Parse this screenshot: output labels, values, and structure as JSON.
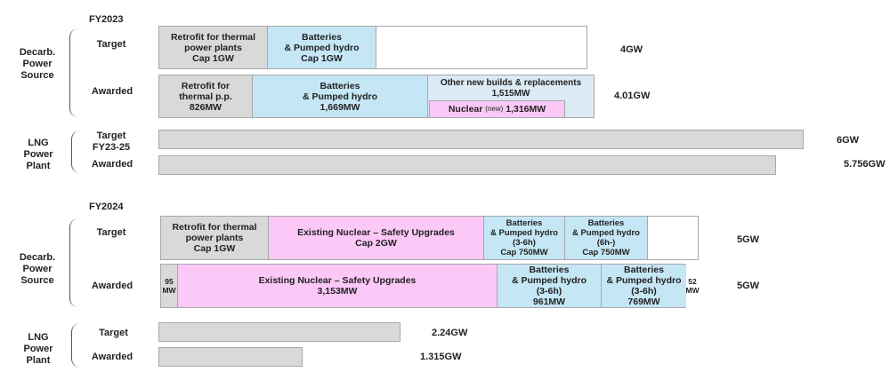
{
  "colors": {
    "thermal": "#d9d9d9",
    "batteries": "#c5e6f5",
    "nuclear": "#fcc8f8",
    "other": "#dbeaf5",
    "empty": "#ffffff"
  },
  "chart_data": {
    "type": "bar",
    "orientation": "horizontal-stacked",
    "fy2023": {
      "title": "FY2023",
      "group1": "Decarb.\nPower\nSource",
      "group2": "LNG\nPower\nPlant",
      "target_label": "Target",
      "awarded_label": "Awarded",
      "lng_target_label": "Target\nFY23-25",
      "lng_awarded_label": "Awarded",
      "target": {
        "total": "4GW",
        "segments": [
          {
            "label": "Retrofit for thermal\npower plants\nCap 1GW",
            "value_mw": 1000
          },
          {
            "label": "Batteries\n& Pumped hydro\nCap 1GW",
            "value_mw": 1000
          }
        ]
      },
      "awarded": {
        "total": "4.01GW",
        "segments": [
          {
            "label": "Retrofit for\nthermal p.p.\n826MW",
            "value_mw": 826
          },
          {
            "label": "Batteries\n& Pumped hydro\n1,669MW",
            "value_mw": 1669
          },
          {
            "label": "Other new builds & replacements\n1,515MW",
            "value_mw": 1515
          }
        ],
        "nested": {
          "label": "Nuclear",
          "sub": "(new)",
          "value": "1,316MW",
          "value_mw": 1316
        }
      },
      "lng_target": {
        "total": "6GW",
        "value_mw": 6000
      },
      "lng_awarded": {
        "total": "5.756GW",
        "value_mw": 5756
      }
    },
    "fy2024": {
      "title": "FY2024",
      "group1": "Decarb.\nPower\nSource",
      "group2": "LNG\nPower\nPlant",
      "target_label": "Target",
      "awarded_label": "Awarded",
      "lng_target_label": "Target",
      "lng_awarded_label": "Awarded",
      "target": {
        "total": "5GW",
        "segments": [
          {
            "label": "Retrofit for thermal\npower plants\nCap 1GW",
            "value_mw": 1000
          },
          {
            "label": "Existing Nuclear – Safety Upgrades\nCap 2GW",
            "value_mw": 2000
          },
          {
            "label": "Batteries\n& Pumped hydro\n(3-6h)\nCap 750MW",
            "value_mw": 750
          },
          {
            "label": "Batteries\n& Pumped hydro\n(6h-)\nCap 750MW",
            "value_mw": 750
          }
        ]
      },
      "awarded": {
        "total": "5GW",
        "segments": [
          {
            "label": "95\nMW",
            "value_mw": 95
          },
          {
            "label": "Existing Nuclear – Safety Upgrades\n3,153MW",
            "value_mw": 3153
          },
          {
            "label": "Batteries\n& Pumped hydro\n(3-6h)\n961MW",
            "value_mw": 961
          },
          {
            "label": "Batteries\n& Pumped hydro\n(3-6h)\n769MW",
            "value_mw": 769
          },
          {
            "label": "52\nMW",
            "value_mw": 52
          }
        ]
      },
      "lng_target": {
        "total": "2.24GW",
        "value_mw": 2240
      },
      "lng_awarded": {
        "total": "1.315GW",
        "value_mw": 1315
      }
    }
  }
}
